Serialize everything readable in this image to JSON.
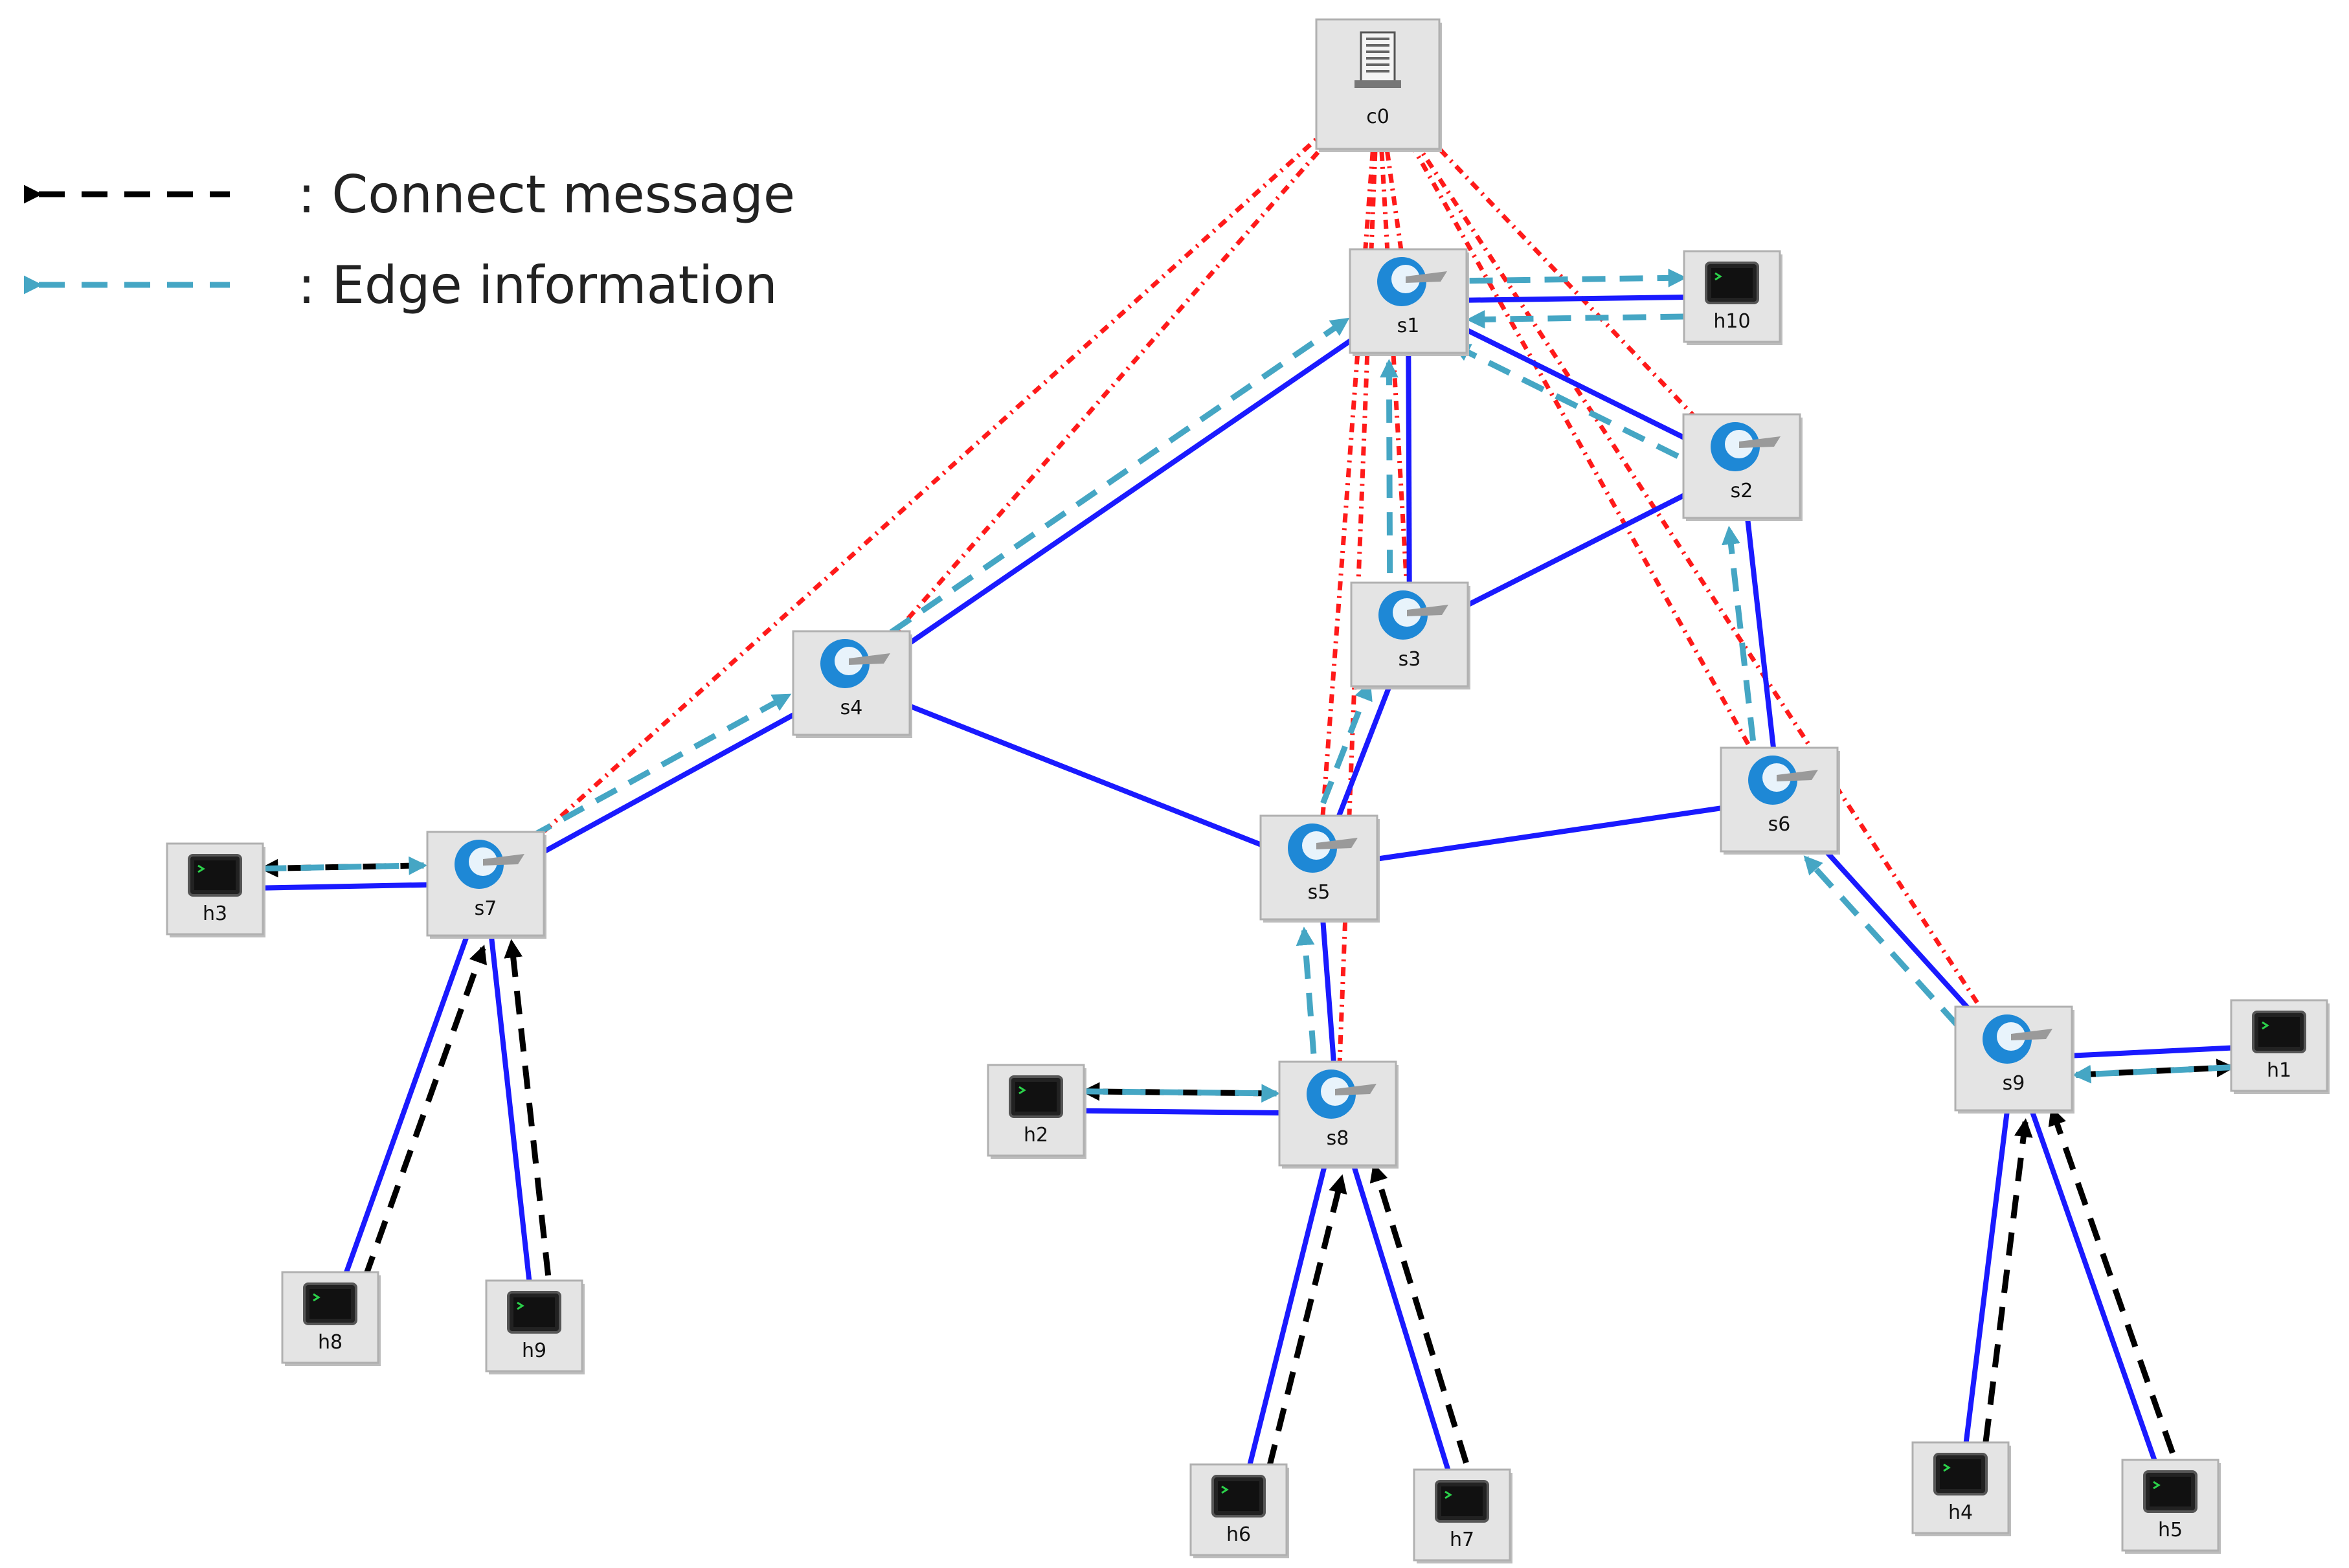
{
  "legend": {
    "connect_message": ": Connect message",
    "edge_information": ": Edge information"
  },
  "colors": {
    "link": "#1a1aff",
    "control": "#ff1a1a",
    "connect_message": "#000000",
    "edge_information": "#45a6c4",
    "node_fill": "#e4e4e4",
    "node_border": "#b0b0b0",
    "host_screen": "#111111",
    "switch_icon": "#1e88d6"
  },
  "nodes": [
    {
      "id": "c0",
      "type": "controller",
      "label": "c0"
    },
    {
      "id": "s1",
      "type": "switch",
      "label": "s1"
    },
    {
      "id": "s2",
      "type": "switch",
      "label": "s2"
    },
    {
      "id": "s3",
      "type": "switch",
      "label": "s3"
    },
    {
      "id": "s4",
      "type": "switch",
      "label": "s4"
    },
    {
      "id": "s5",
      "type": "switch",
      "label": "s5"
    },
    {
      "id": "s6",
      "type": "switch",
      "label": "s6"
    },
    {
      "id": "s7",
      "type": "switch",
      "label": "s7"
    },
    {
      "id": "s8",
      "type": "switch",
      "label": "s8"
    },
    {
      "id": "s9",
      "type": "switch",
      "label": "s9"
    },
    {
      "id": "h1",
      "type": "host",
      "label": "h1"
    },
    {
      "id": "h2",
      "type": "host",
      "label": "h2"
    },
    {
      "id": "h3",
      "type": "host",
      "label": "h3"
    },
    {
      "id": "h4",
      "type": "host",
      "label": "h4"
    },
    {
      "id": "h5",
      "type": "host",
      "label": "h5"
    },
    {
      "id": "h6",
      "type": "host",
      "label": "h6"
    },
    {
      "id": "h7",
      "type": "host",
      "label": "h7"
    },
    {
      "id": "h8",
      "type": "host",
      "label": "h8"
    },
    {
      "id": "h9",
      "type": "host",
      "label": "h9"
    },
    {
      "id": "h10",
      "type": "host",
      "label": "h10"
    }
  ],
  "links": [
    [
      "s1",
      "h10"
    ],
    [
      "s1",
      "s2"
    ],
    [
      "s1",
      "s3"
    ],
    [
      "s1",
      "s4"
    ],
    [
      "s2",
      "s3"
    ],
    [
      "s2",
      "s6"
    ],
    [
      "s4",
      "s7"
    ],
    [
      "s4",
      "s5"
    ],
    [
      "s3",
      "s5"
    ],
    [
      "s5",
      "s6"
    ],
    [
      "s5",
      "s8"
    ],
    [
      "s6",
      "s9"
    ],
    [
      "s7",
      "h3"
    ],
    [
      "s7",
      "h8"
    ],
    [
      "s7",
      "h9"
    ],
    [
      "s8",
      "h2"
    ],
    [
      "s8",
      "h6"
    ],
    [
      "s8",
      "h7"
    ],
    [
      "s9",
      "h1"
    ],
    [
      "s9",
      "h4"
    ],
    [
      "s9",
      "h5"
    ]
  ],
  "control_links": [
    "s1",
    "s2",
    "s3",
    "s4",
    "s5",
    "s6",
    "s7",
    "s8",
    "s9"
  ],
  "connect_messages": [
    [
      "s7",
      "h3"
    ],
    [
      "h8",
      "s7"
    ],
    [
      "h9",
      "s7"
    ],
    [
      "s8",
      "h2"
    ],
    [
      "h6",
      "s8"
    ],
    [
      "h7",
      "s8"
    ],
    [
      "s9",
      "h1"
    ],
    [
      "h4",
      "s9"
    ],
    [
      "h5",
      "s9"
    ]
  ],
  "edge_information": [
    [
      "h3",
      "s7"
    ],
    [
      "s7",
      "s4"
    ],
    [
      "s4",
      "s1"
    ],
    [
      "h2",
      "s8"
    ],
    [
      "s8",
      "s5"
    ],
    [
      "s5",
      "s3"
    ],
    [
      "s3",
      "s1"
    ],
    [
      "h1",
      "s9"
    ],
    [
      "s9",
      "s6"
    ],
    [
      "s6",
      "s2"
    ],
    [
      "s2",
      "s1"
    ],
    [
      "s1",
      "h10"
    ],
    [
      "h10",
      "s1"
    ]
  ]
}
